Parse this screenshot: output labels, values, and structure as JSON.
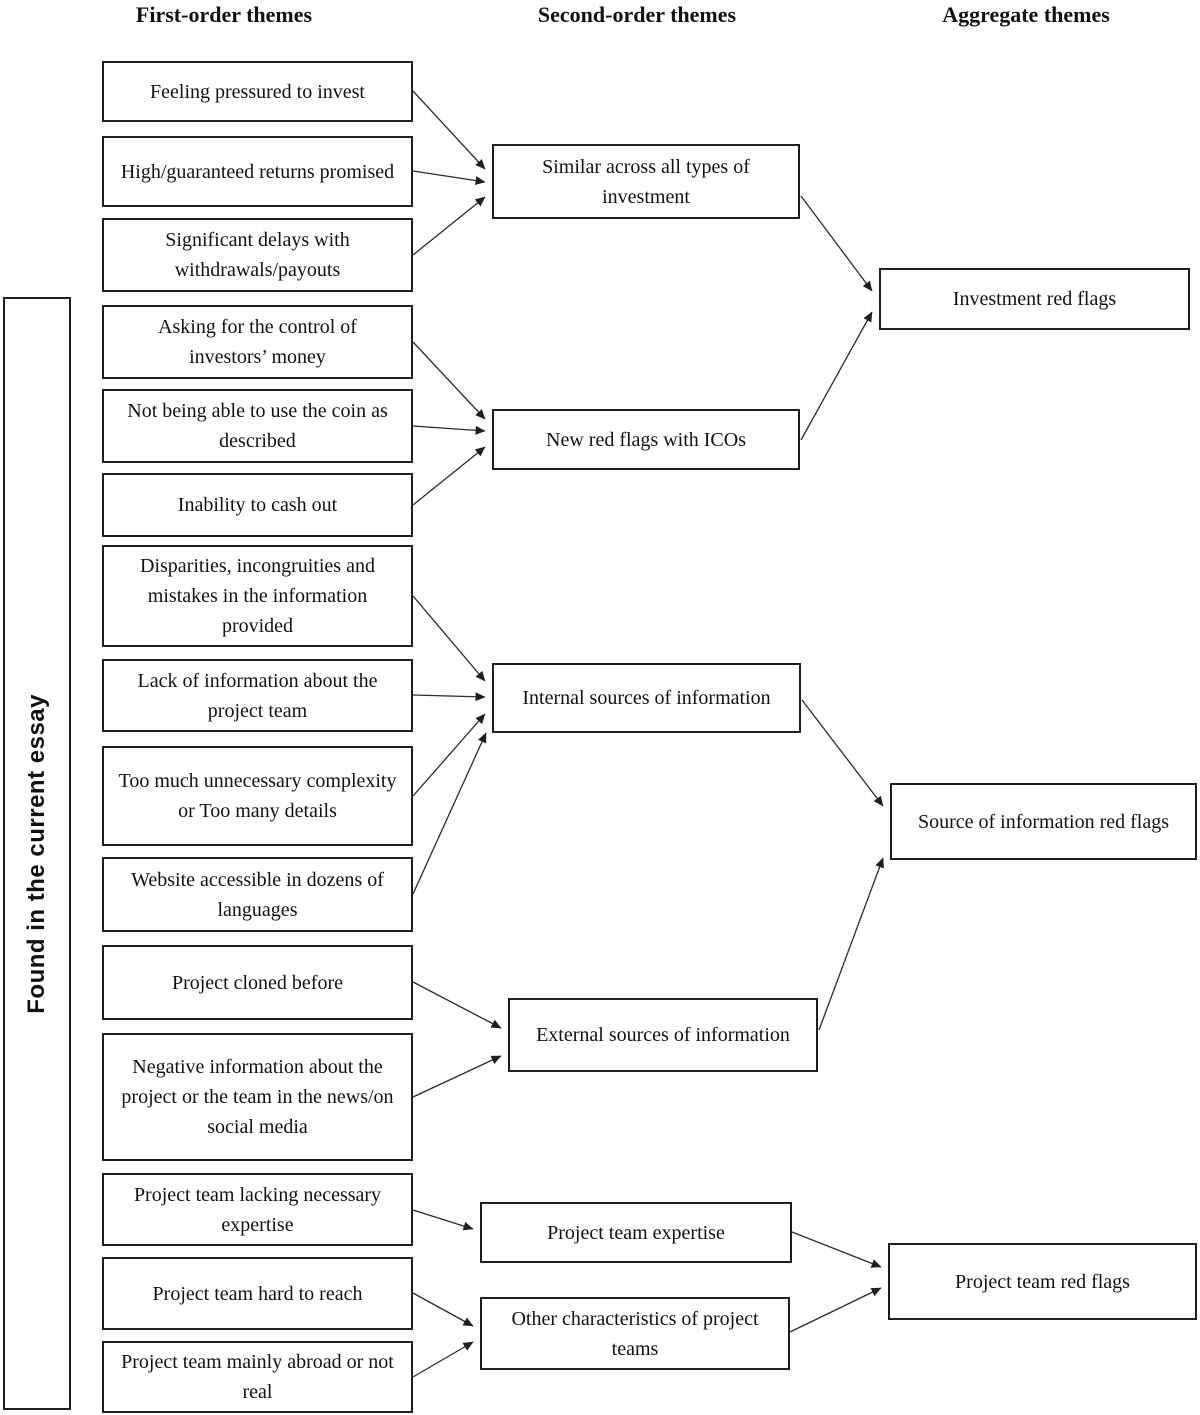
{
  "headers": {
    "col1": "First-order themes",
    "col2": "Second-order themes",
    "col3": "Aggregate themes"
  },
  "side_label": "Found in the current essay",
  "colors": {
    "box_border": "#1f1f1f",
    "arrow": "#2b2b2b",
    "text": "#111111",
    "background": "#ffffff"
  },
  "nodes": {
    "feeling_pressured": {
      "label": "Feeling pressured to invest"
    },
    "high_returns": {
      "label": "High/guaranteed returns promised"
    },
    "significant_delays": {
      "label": "Significant delays with withdrawals/payouts"
    },
    "asking_control": {
      "label": "Asking for the control of investors’ money"
    },
    "not_able_use_coin": {
      "label": "Not being able to use the coin as described"
    },
    "inability_cash_out": {
      "label": "Inability to cash out"
    },
    "disparities": {
      "label": "Disparities, incongruities and mistakes in the information provided"
    },
    "lack_info": {
      "label": "Lack of information about the project team"
    },
    "too_much_complexity": {
      "label": "Too much unnecessary complexity or Too many details"
    },
    "website_accessible": {
      "label": "Website accessible in dozens of languages"
    },
    "project_cloned": {
      "label": "Project cloned before"
    },
    "negative_info": {
      "label": "Negative information about the project or the team in the news/on social media"
    },
    "team_lacking": {
      "label": "Project team lacking necessary expertise"
    },
    "team_hard_reach": {
      "label": "Project team hard to reach"
    },
    "team_abroad": {
      "label": "Project team mainly abroad or not real"
    },
    "similar_across": {
      "label": "Similar across all types of investment"
    },
    "new_red_flags": {
      "label": "New red flags with ICOs"
    },
    "internal_sources": {
      "label": "Internal sources of information"
    },
    "external_sources": {
      "label": "External sources of information"
    },
    "team_expertise": {
      "label": "Project team expertise"
    },
    "other_characteristics": {
      "label": "Other characteristics of project teams"
    },
    "investment_red_flags": {
      "label": "Investment red flags"
    },
    "source_info_red_flags": {
      "label": "Source of information red flags"
    },
    "project_team_red_flags": {
      "label": "Project team red flags"
    }
  },
  "edges": [
    {
      "from": "feeling_pressured",
      "to": "similar_across"
    },
    {
      "from": "high_returns",
      "to": "similar_across"
    },
    {
      "from": "significant_delays",
      "to": "similar_across"
    },
    {
      "from": "asking_control",
      "to": "new_red_flags"
    },
    {
      "from": "not_able_use_coin",
      "to": "new_red_flags"
    },
    {
      "from": "inability_cash_out",
      "to": "new_red_flags"
    },
    {
      "from": "similar_across",
      "to": "investment_red_flags"
    },
    {
      "from": "new_red_flags",
      "to": "investment_red_flags"
    },
    {
      "from": "disparities",
      "to": "internal_sources"
    },
    {
      "from": "lack_info",
      "to": "internal_sources"
    },
    {
      "from": "too_much_complexity",
      "to": "internal_sources"
    },
    {
      "from": "website_accessible",
      "to": "internal_sources"
    },
    {
      "from": "internal_sources",
      "to": "source_info_red_flags"
    },
    {
      "from": "external_sources",
      "to": "source_info_red_flags"
    },
    {
      "from": "project_cloned",
      "to": "external_sources"
    },
    {
      "from": "negative_info",
      "to": "external_sources"
    },
    {
      "from": "team_lacking",
      "to": "team_expertise"
    },
    {
      "from": "team_hard_reach",
      "to": "other_characteristics"
    },
    {
      "from": "team_abroad",
      "to": "other_characteristics"
    },
    {
      "from": "team_expertise",
      "to": "project_team_red_flags"
    },
    {
      "from": "other_characteristics",
      "to": "project_team_red_flags"
    }
  ]
}
